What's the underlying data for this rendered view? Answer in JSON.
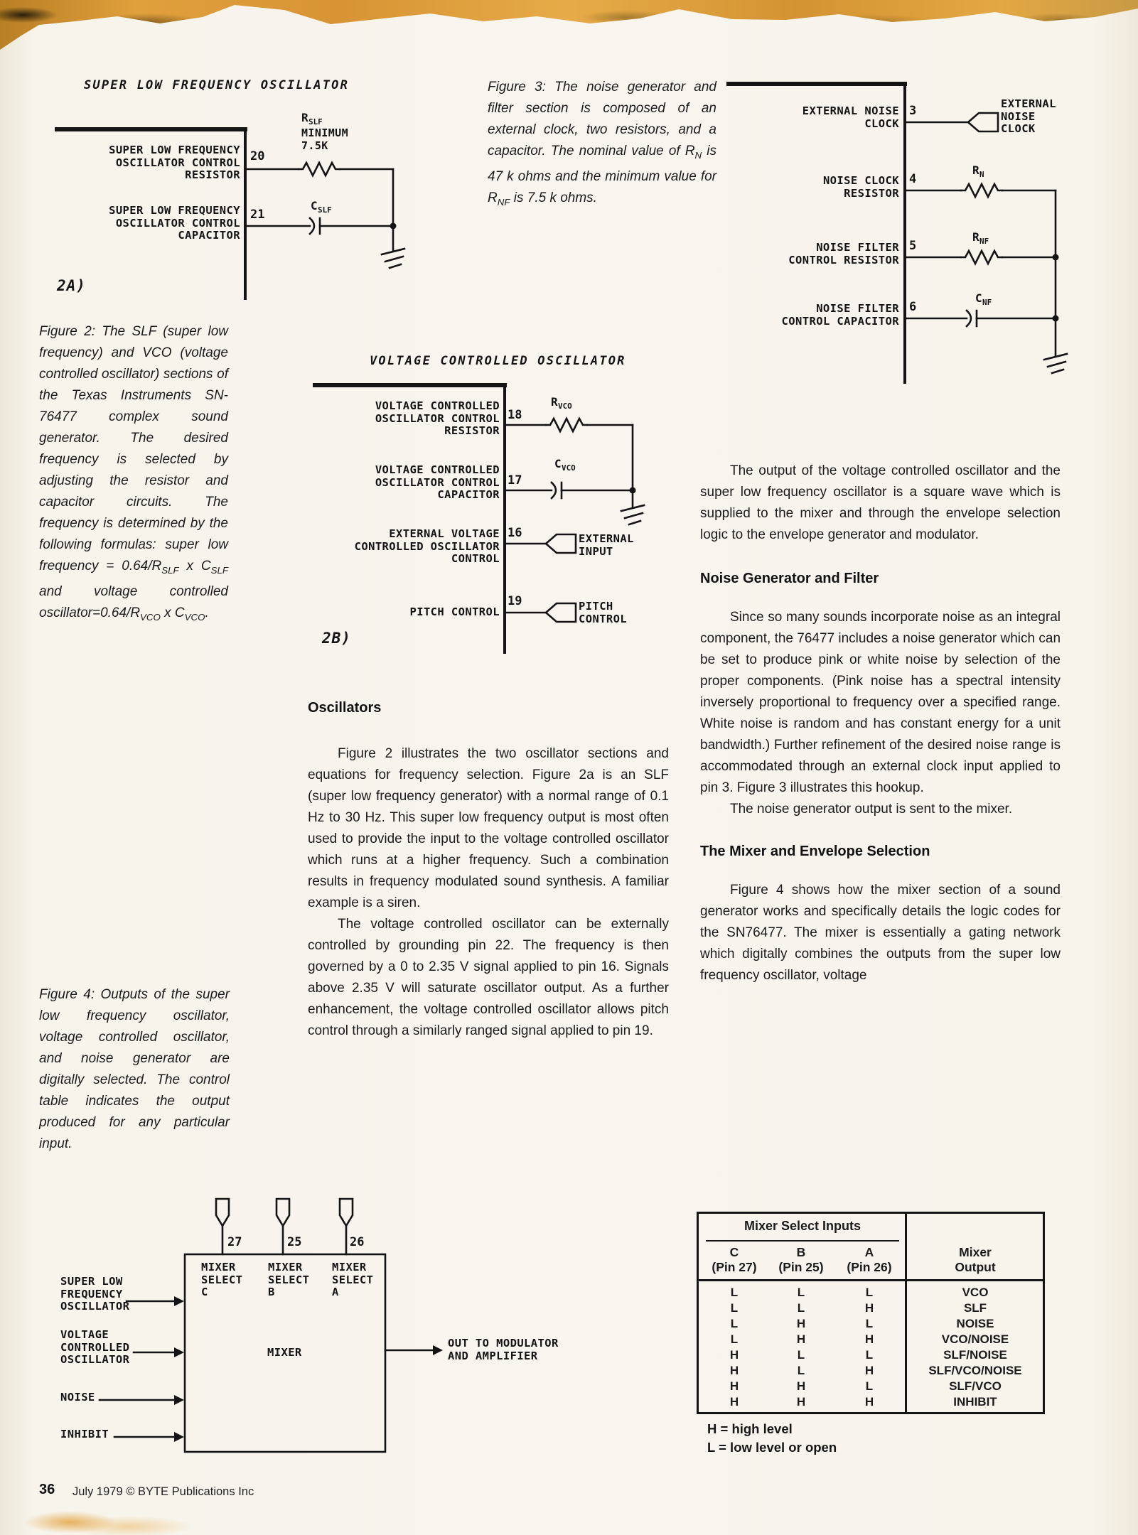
{
  "page": {
    "footer_page": "36",
    "footer_text": "July 1979 © BYTE Publications Inc",
    "paper_color": "#f8f5ee",
    "band_color": "#dd9c3a",
    "ink_color": "#141414"
  },
  "fig2a": {
    "title": "SUPER LOW FREQUENCY OSCILLATOR",
    "pin_resistor": {
      "number": "20",
      "label": "SUPER LOW FREQUENCY\nOSCILLATOR CONTROL\nRESISTOR"
    },
    "pin_capacitor": {
      "number": "21",
      "label": "SUPER LOW FREQUENCY\nOSCILLATOR CONTROL\nCAPACITOR"
    },
    "resistor_name": [
      {
        "t": "R"
      },
      {
        "t": "SLF",
        "sub": true
      }
    ],
    "resistor_note1": "MINIMUM",
    "resistor_note2": "7.5K",
    "capacitor_name": [
      {
        "t": "C"
      },
      {
        "t": "SLF",
        "sub": true
      }
    ],
    "tag": "2A)"
  },
  "fig2_caption": [
    {
      "t": "Figure 2: The SLF (super low frequency) and VCO (voltage controlled oscillator) sections of the Texas Instruments SN-76477 complex sound generator. The desired frequency is selected by adjusting the resistor and capacitor circuits. The frequency is determined by the following formulas: super low frequency = 0.64/R"
    },
    {
      "t": "SLF",
      "sub": true
    },
    {
      "t": " x C"
    },
    {
      "t": "SLF",
      "sub": true
    },
    {
      "t": " and voltage controlled oscillator=0.64/R"
    },
    {
      "t": "VCO",
      "sub": true
    },
    {
      "t": " x C"
    },
    {
      "t": "VCO",
      "sub": true
    },
    {
      "t": "."
    }
  ],
  "fig3_caption": [
    {
      "t": "Figure 3: The noise generator and filter section is composed of an external clock, two resistors, and a capacitor. The nominal value of R"
    },
    {
      "t": "N",
      "sub": true
    },
    {
      "t": " is 47 k ohms and the minimum value for R"
    },
    {
      "t": "NF",
      "sub": true
    },
    {
      "t": " is 7.5 k ohms."
    }
  ],
  "fig3": {
    "pin3": {
      "number": "3",
      "label": "EXTERNAL NOISE\nCLOCK",
      "connector_label": "EXTERNAL\nNOISE\nCLOCK"
    },
    "pin4": {
      "number": "4",
      "label": "NOISE CLOCK\nRESISTOR",
      "component": [
        {
          "t": "R"
        },
        {
          "t": "N",
          "sub": true
        }
      ]
    },
    "pin5": {
      "number": "5",
      "label": "NOISE FILTER\nCONTROL RESISTOR",
      "component": [
        {
          "t": "R"
        },
        {
          "t": "NF",
          "sub": true
        }
      ]
    },
    "pin6": {
      "number": "6",
      "label": "NOISE FILTER\nCONTROL CAPACITOR",
      "component": [
        {
          "t": "C"
        },
        {
          "t": "NF",
          "sub": true
        }
      ]
    }
  },
  "fig2b": {
    "title": "VOLTAGE CONTROLLED OSCILLATOR",
    "pin18": {
      "number": "18",
      "label": "VOLTAGE CONTROLLED\nOSCILLATOR CONTROL\nRESISTOR",
      "component": [
        {
          "t": "R"
        },
        {
          "t": "VCO",
          "sub": true
        }
      ]
    },
    "pin17": {
      "number": "17",
      "label": "VOLTAGE CONTROLLED\nOSCILLATOR CONTROL\nCAPACITOR",
      "component": [
        {
          "t": "C"
        },
        {
          "t": "VCO",
          "sub": true
        }
      ]
    },
    "pin16": {
      "number": "16",
      "label": "EXTERNAL VOLTAGE\nCONTROLLED OSCILLATOR\nCONTROL",
      "connector_label": "EXTERNAL\nINPUT"
    },
    "pin19": {
      "number": "19",
      "label": "PITCH CONTROL",
      "connector_label": "PITCH\nCONTROL"
    },
    "tag": "2B)"
  },
  "oscillators": {
    "heading": "Oscillators",
    "para1": "Figure 2 illustrates the two oscillator sections and equations for frequency selection. Figure 2a is an SLF (super low frequency generator) with a normal range of 0.1 Hz to 30 Hz. This super low frequency output is most often used to provide the input to the voltage controlled oscillator which runs at a higher frequency. Such a combination results in frequency modulated sound synthesis. A familiar example is a siren.",
    "para2": "The voltage controlled oscillator can be externally controlled by grounding pin 22. The frequency is then governed by a 0 to 2.35 V signal applied to pin 16. Signals above 2.35 V will saturate oscillator output. As a further enhancement, the voltage controlled oscillator allows pitch control through a similarly ranged signal applied to pin 19."
  },
  "right_column": {
    "para_output": "The output of the voltage controlled oscillator and the super low frequency oscillator is a square wave which is supplied to the mixer and through the envelope selection logic to the envelope generator and modulator.",
    "heading_noise": "Noise Generator and Filter",
    "para_noise1": "Since so many sounds incorporate noise as an integral component, the 76477 includes a noise generator which can be set to produce pink or white noise by selection of the proper components. (Pink noise has a spectral intensity inversely proportional to frequency over a specified range. White noise is random and has constant energy for a unit bandwidth.) Further refinement of the desired noise range is accommodated through an external clock input applied to pin 3. Figure 3 illustrates this hookup.",
    "para_noise2": "The noise generator output is sent to the mixer.",
    "heading_mixer": "The Mixer and Envelope Selection",
    "para_mixer": "Figure 4 shows how the mixer section of a sound generator works and specifically details the logic codes for the SN76477. The mixer is essentially a gating network which digitally combines the outputs from the super low frequency oscillator, voltage"
  },
  "fig4_caption": "Figure 4: Outputs of the super low frequency oscillator, voltage controlled oscillator, and noise generator are digitally selected. The control table indicates the output produced for any particular input.",
  "mixer_diagram": {
    "select_c": "MIXER\nSELECT\nC",
    "select_b": "MIXER\nSELECT\nB",
    "select_a": "MIXER\nSELECT\nA",
    "pin_c": "27",
    "pin_b": "25",
    "pin_a": "26",
    "input_slf": "SUPER LOW\nFREQUENCY\nOSCILLATOR",
    "input_vco": "VOLTAGE\nCONTROLLED\nOSCILLATOR",
    "input_noise": "NOISE",
    "input_inhibit": "INHIBIT",
    "box_label": "MIXER",
    "output_label": "OUT TO MODULATOR\nAND AMPLIFIER"
  },
  "mixer_table": {
    "title": "Mixer Select Inputs",
    "headers": {
      "c1": "C",
      "c2": "(Pin 27)",
      "b1": "B",
      "b2": "(Pin 25)",
      "a1": "A",
      "a2": "(Pin 26)",
      "out1": "Mixer",
      "out2": "Output"
    },
    "rows": [
      {
        "c": "L",
        "b": "L",
        "a": "L",
        "out": "VCO"
      },
      {
        "c": "L",
        "b": "L",
        "a": "H",
        "out": "SLF"
      },
      {
        "c": "L",
        "b": "H",
        "a": "L",
        "out": "NOISE"
      },
      {
        "c": "L",
        "b": "H",
        "a": "H",
        "out": "VCO/NOISE"
      },
      {
        "c": "H",
        "b": "L",
        "a": "L",
        "out": "SLF/NOISE"
      },
      {
        "c": "H",
        "b": "L",
        "a": "H",
        "out": "SLF/VCO/NOISE"
      },
      {
        "c": "H",
        "b": "H",
        "a": "L",
        "out": "SLF/VCO"
      },
      {
        "c": "H",
        "b": "H",
        "a": "H",
        "out": "INHIBIT"
      }
    ],
    "legend1": "H = high level",
    "legend2": "L = low level or open"
  }
}
